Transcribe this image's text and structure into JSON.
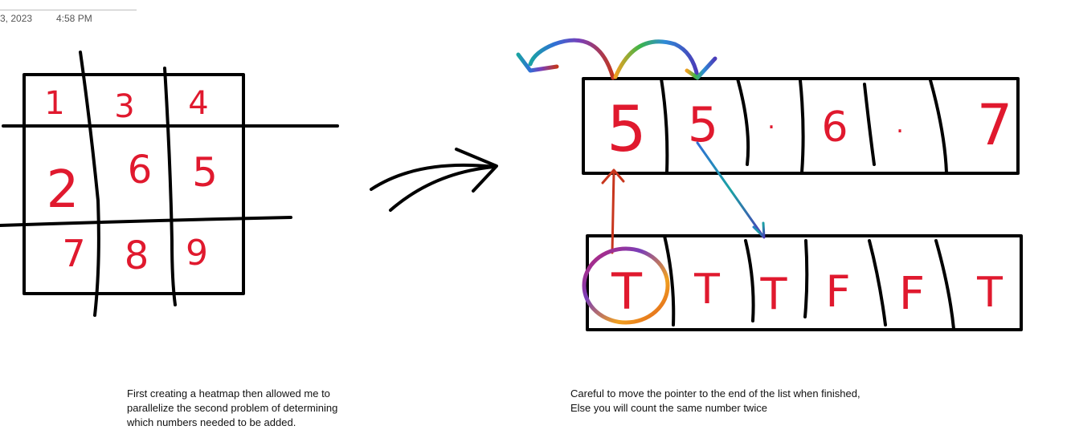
{
  "header": {
    "date": "3, 2023",
    "time": "4:58 PM"
  },
  "grid": {
    "cells": [
      "1",
      "3",
      "4",
      "2",
      "6",
      "5",
      "7",
      "8",
      "9"
    ]
  },
  "list_top": {
    "items": [
      "5",
      "5",
      ".",
      "6",
      ".",
      "7"
    ]
  },
  "list_bottom": {
    "items": [
      "T",
      "T",
      "T",
      "F",
      "F",
      "T"
    ]
  },
  "notes": {
    "left": [
      "First creating a heatmap then allowed me to",
      "parallelize the second problem of determining",
      "which numbers needed to be added."
    ],
    "right": [
      "Careful to move the pointer to the end of the list when finished,",
      "Else you will count the same number twice"
    ]
  },
  "colors": {
    "ink": "#e0192e",
    "stroke": "#000000"
  }
}
